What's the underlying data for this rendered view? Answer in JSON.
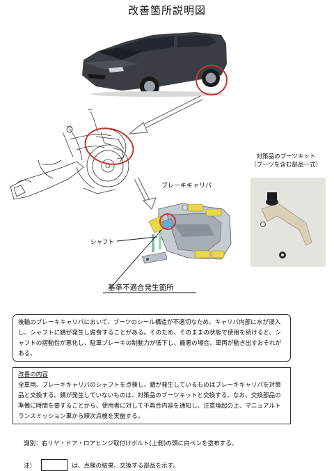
{
  "title": "改善箇所説明図",
  "labels": {
    "parts_kit_line1": "対策品のブーツキット",
    "parts_kit_line2": "（ブーツを含む部品一式）",
    "brake_caliper": "ブレーキキャリパ",
    "shaft": "シャフト",
    "nonconformity_site": "基準不適合発生箇所"
  },
  "description": "後輪のブレーキキャリパにおいて、ブーツのシール構造が不適切なため、キャリパ内部に水が浸入し、シャフトに錆が発生し腐食することがある。そのため、そのままの状態で使用を続けると、シャフトの摺動性が悪化し、駐車ブレーキの制動力が低下し、最悪の場合、車両が動き出すおそれがある。",
  "improvement": {
    "title": "改善の内容",
    "text": "全車両、ブレーキキャリパのシャフトを点検し、錆が発生しているものはブレーキキャリパを対策品と交換する。錆が発生していないものは、対策品のブーツキットと交換する。なお、交換部品の準備に時間を要することから、使用者に対して不具合内容を通知し、注意喚起の上、マニュアルトランスミッション車から順次点検を実施する。"
  },
  "identification": "識別：右リヤ・ドア・ロアヒンジ取付けボルト(上側)の頭に白ペンを塗布する。",
  "note": {
    "prefix": "注）",
    "text": "は、点検の結果、交換する部品を示す。"
  },
  "colors": {
    "highlight_circle": "#c0392b",
    "car_body": "#3a3d44",
    "caliper_yellow": "#e8d84a"
  }
}
